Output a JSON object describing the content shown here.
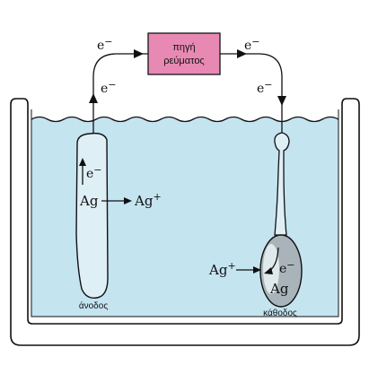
{
  "labels": {
    "power_source_line1": "πηγή",
    "power_source_line2": "ρεύματος",
    "electron": "e",
    "electron_sign": "−",
    "ag": "Ag",
    "ag_ion_sup": "+",
    "anode": "άνοδος",
    "cathode": "κάθοδος"
  },
  "colors": {
    "solution": "#c4e4f0",
    "solution_edge": "#9ccbde",
    "power_source_fill": "#e889b4",
    "power_source_stroke": "#222222",
    "outline": "#111111",
    "anode_fill": "#dfeff6",
    "cathode_fill": "#a9b4ba"
  }
}
